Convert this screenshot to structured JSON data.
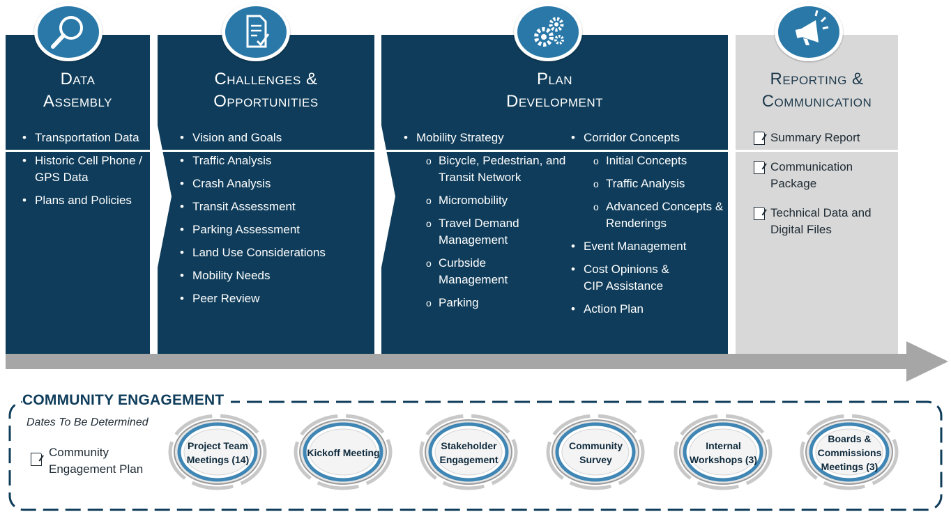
{
  "columns": [
    {
      "id": "data-assembly",
      "title_lines": [
        "Data",
        "Assembly"
      ],
      "icon": "magnifier-icon",
      "items": [
        "Transportation Data",
        "Historic Cell Phone / GPS Data",
        "Plans and Policies"
      ]
    },
    {
      "id": "challenges",
      "title_lines": [
        "Challenges &",
        "Opportunities"
      ],
      "icon": "checklist-icon",
      "items": [
        "Vision and Goals",
        "Traffic Analysis",
        "Crash Analysis",
        "Transit Assessment",
        "Parking Assessment",
        "Land Use Considerations",
        "Mobility Needs",
        "Peer Review"
      ]
    },
    {
      "id": "plan-development",
      "title_lines": [
        "Plan",
        "Development"
      ],
      "icon": "gears-icon",
      "left_items": [
        {
          "text": "Mobility Strategy",
          "level": 1
        },
        {
          "text": "Bicycle, Pedestrian, and Transit Network",
          "level": 2
        },
        {
          "text": "Micromobility",
          "level": 2
        },
        {
          "text": "Travel Demand Management",
          "level": 2
        },
        {
          "text": "Curbside Management",
          "level": 2
        },
        {
          "text": "Parking",
          "level": 2
        }
      ],
      "right_items": [
        {
          "text": "Corridor Concepts",
          "level": 1
        },
        {
          "text": "Initial Concepts",
          "level": 2
        },
        {
          "text": "Traffic Analysis",
          "level": 2
        },
        {
          "text": "Advanced Concepts & Renderings",
          "level": 2
        },
        {
          "text": "Event Management",
          "level": 1
        },
        {
          "text": "Cost Opinions & CIP Assistance",
          "level": 1
        },
        {
          "text": "Action Plan",
          "level": 1
        }
      ]
    },
    {
      "id": "reporting",
      "title_lines": [
        "Reporting &",
        "Communication"
      ],
      "icon": "megaphone-icon",
      "items": [
        "Summary Report",
        "Communication Package",
        "Technical Data and Digital Files"
      ]
    }
  ],
  "community": {
    "title": "COMMUNITY ENGAGEMENT",
    "subtitle": "Dates To Be Determined",
    "plan_label": "Community Engagement Plan",
    "meetings": [
      "Project Team Meetings (14)",
      "Kickoff Meeting",
      "Stakeholder Engagement",
      "Community Survey",
      "Internal Workshops (3)",
      "Boards & Commissions Meetings (3)"
    ]
  },
  "colors": {
    "dark_panel": "#0e3c5a",
    "light_panel": "#d8d8d8",
    "icon_blue": "#2a78a8",
    "arrow_gray": "#a6a6a6"
  }
}
